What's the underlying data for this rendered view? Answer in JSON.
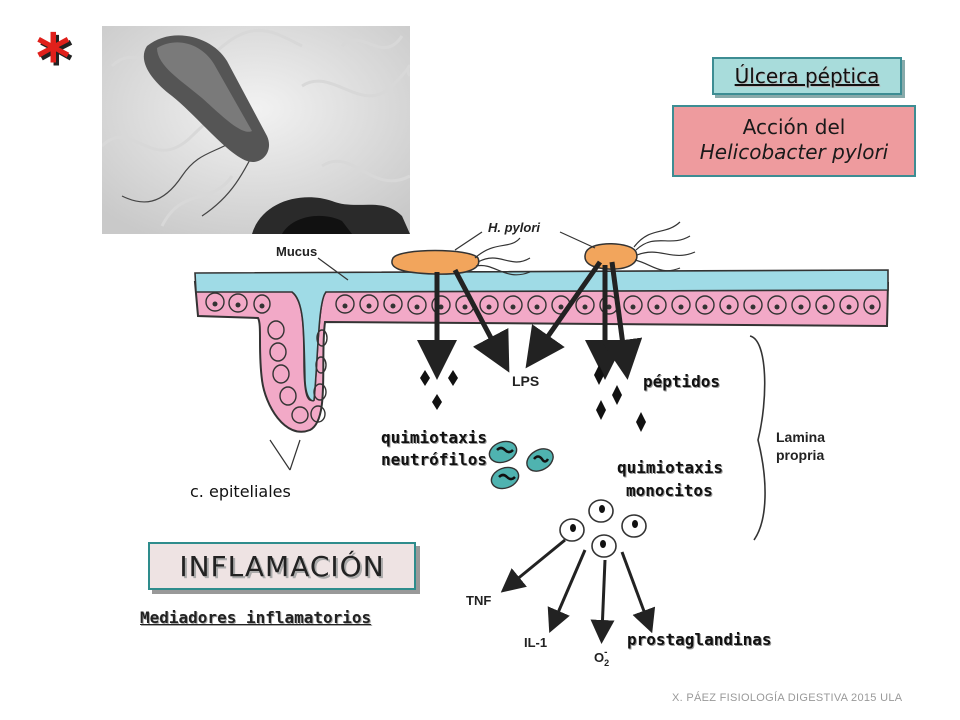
{
  "header": {
    "asterisk": "*",
    "title": "Úlcera péptica",
    "subtitle_line1": "Acción del",
    "subtitle_line2": "Helicobacter pylori"
  },
  "photo": {
    "icon": "helicobacter-micrograph"
  },
  "diagram": {
    "h_pylori": "H. pylori",
    "mucus": "Mucus",
    "lps": "LPS",
    "lamina_line1": "Lamina",
    "lamina_line2": "propria",
    "tnf": "TNF",
    "il1": "IL-1",
    "o2": "O",
    "o2_sub": "2",
    "o2_sup": "-"
  },
  "labels": {
    "peptidos": "péptidos",
    "quimiotaxis_neutro_1": "quimiotaxis",
    "quimiotaxis_neutro_2": "neutrófilos",
    "quimiotaxis_mono_1": "quimiotaxis",
    "quimiotaxis_mono_2": "monocitos",
    "epiteliales": "c. epiteliales",
    "prostaglandinas": "prostaglandinas"
  },
  "inflammation": {
    "title": "INFLAMACIÓN",
    "mediadores": "Mediadores inflamatorios"
  },
  "footer": "X. PÁEZ  FISIOLOGÍA DIGESTIVA 2015  ULA",
  "colors": {
    "title_box": "#a8dcdb",
    "subtitle_box": "#ee9b9e",
    "mucosa": "#f2a9c7",
    "mucus": "#9fdbe6",
    "bacteria": "#f2a55c",
    "neutrophil": "#4fb3b0",
    "asterisk": "#e0201b"
  }
}
